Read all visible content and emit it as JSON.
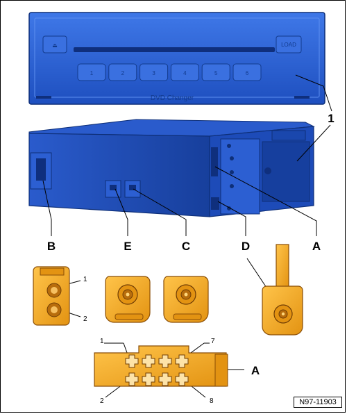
{
  "faceplate": {
    "eject_symbol": "⏏",
    "load_label": "LOAD",
    "preset_buttons": [
      "1",
      "2",
      "3",
      "4",
      "5",
      "6"
    ],
    "name": "DVD Changer"
  },
  "callouts": {
    "unit": "1",
    "A": "A",
    "B": "B",
    "C": "C",
    "D": "D",
    "E": "E"
  },
  "connector_b_pins": [
    "1",
    "2"
  ],
  "connector_a_pins": [
    "1",
    "7",
    "2",
    "8"
  ],
  "connector_a_label": "A",
  "figure_ref": "N97-11903",
  "colors": {
    "unit_blue": "#2f63d6",
    "unit_dark": "#163f9e",
    "connector_orange": "#f2ab28",
    "connector_dark": "#b86d0c"
  }
}
